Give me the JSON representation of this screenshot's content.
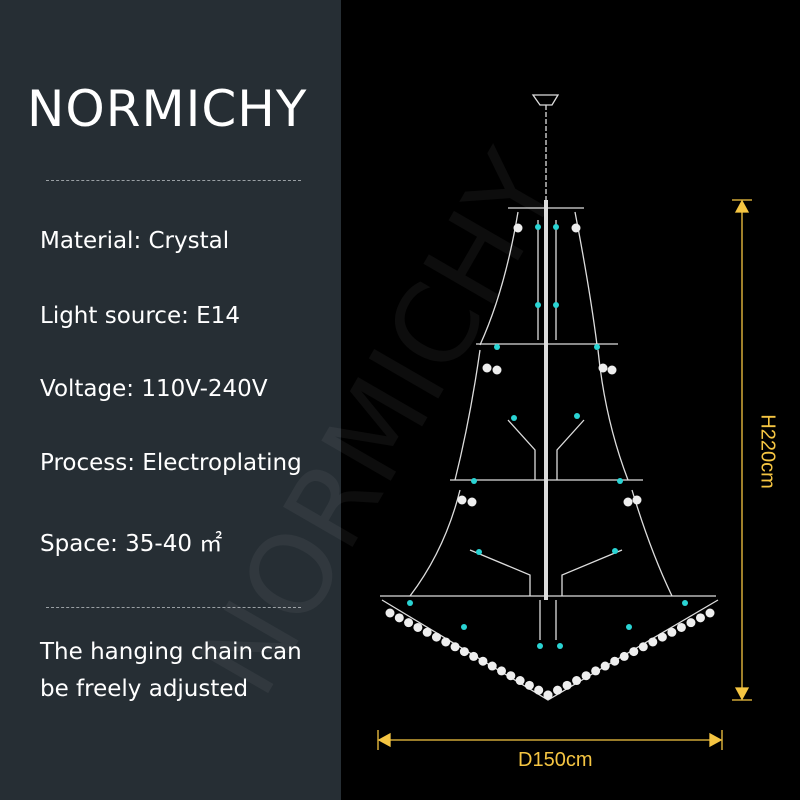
{
  "brand": "NORMICHY",
  "specs": [
    {
      "label": "Material: Crystal"
    },
    {
      "label": "Light source: E14"
    },
    {
      "label": "Voltage: 110V-240V"
    },
    {
      "label": "Process: Electroplating"
    },
    {
      "label": "Space: 35-40 ㎡"
    }
  ],
  "note": {
    "line1": "The hanging chain can",
    "line2": "be freely adjusted"
  },
  "dimensions": {
    "height": "H220cm",
    "diameter": "D150cm"
  },
  "watermark": "NORMICHY",
  "colors": {
    "panel": "#262e34",
    "background": "#000000",
    "dimension": "#f5c542",
    "bulb": "#2ad4d4"
  }
}
